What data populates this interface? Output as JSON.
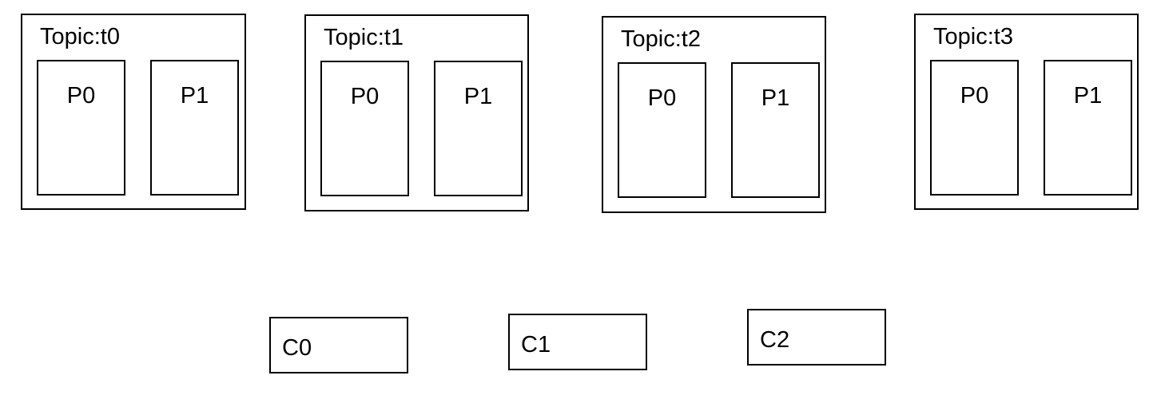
{
  "topics": [
    {
      "title": "Topic:t0",
      "partitions": [
        "P0",
        "P1"
      ]
    },
    {
      "title": "Topic:t1",
      "partitions": [
        "P0",
        "P1"
      ]
    },
    {
      "title": "Topic:t2",
      "partitions": [
        "P0",
        "P1"
      ]
    },
    {
      "title": "Topic:t3",
      "partitions": [
        "P0",
        "P1"
      ]
    }
  ],
  "consumers": [
    "C0",
    "C1",
    "C2"
  ]
}
